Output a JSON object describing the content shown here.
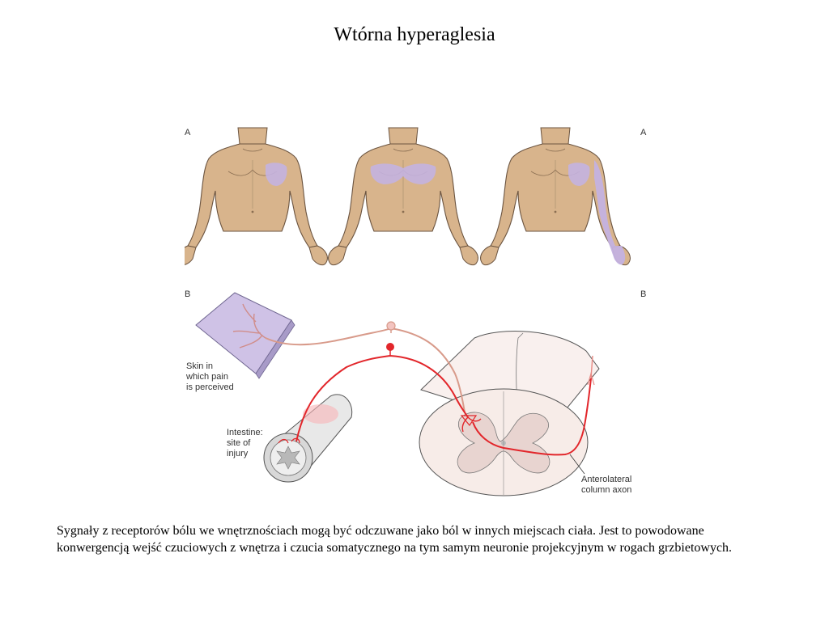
{
  "title": "Wtórna hyperaglesia",
  "figure": {
    "panel_letters": {
      "top_left": "A",
      "top_right": "A",
      "bottom_left": "B",
      "bottom_right": "B"
    },
    "labels": {
      "skin": [
        "Skin in",
        "which pain",
        "is perceived"
      ],
      "intestine": [
        "Intestine:",
        "site of",
        "injury"
      ],
      "axon": [
        "Anterolateral",
        "column axon"
      ]
    },
    "colors": {
      "skin_tone": "#d8b48c",
      "skin_outline": "#6b5440",
      "pain_area": "#c4b2e0",
      "neuron_red": "#e2262b",
      "neuron_pink": "#d89a8a",
      "cord_fill": "#f7ece8",
      "cord_outline": "#555555"
    },
    "icons": [
      "torso-figure",
      "skin-patch",
      "intestine-segment",
      "spinal-cord-section"
    ]
  },
  "caption": {
    "line1": "Sygnały z receptorów bólu we wnętrznościach mogą być odczuwane jako ból w innych miejscach ciała. Jest to powodowane",
    "line2": "konwergencją wejść czuciowych z wnętrza i czucia somatycznego na tym samym neuronie  projekcyjnym w rogach grzbietowych."
  }
}
